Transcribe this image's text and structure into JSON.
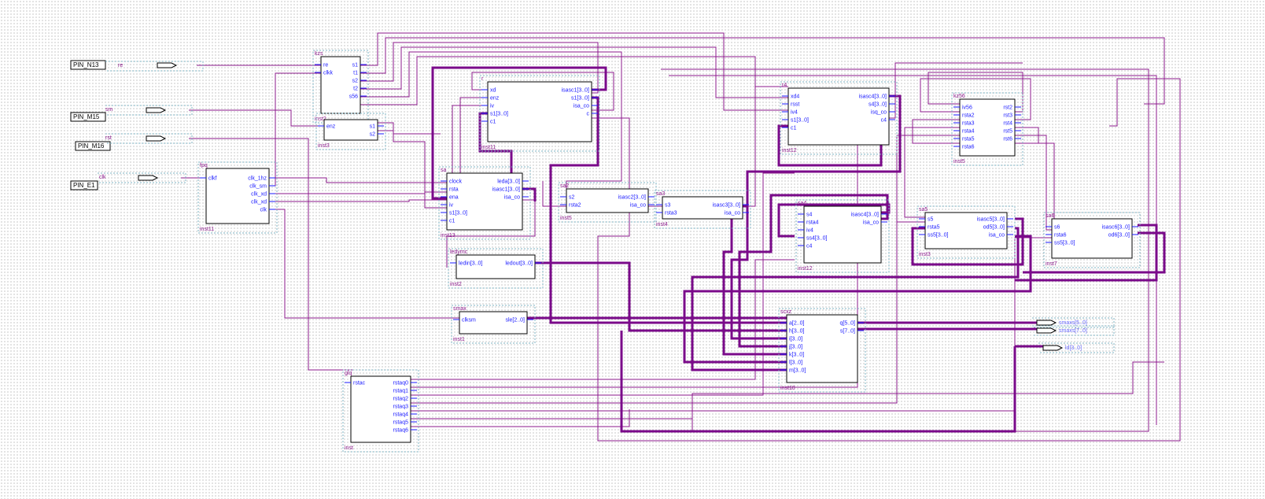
{
  "colors": {
    "wire": "#8b1a8b",
    "bus": "#7a0a8a",
    "port": "#1a1aff",
    "frame": "#7fb4c4"
  },
  "pins": [
    {
      "label": "PIN_N13",
      "net": "re"
    },
    {
      "label": "PIN_M15",
      "net": "sm"
    },
    {
      "label": "PIN_M16",
      "net": "rst"
    },
    {
      "label": "PIN_E1",
      "net": "clk"
    }
  ],
  "outputs": [
    {
      "net": "smaxs[5..0]"
    },
    {
      "net": "smaxs[7..0]"
    },
    {
      "net": "ld[3..0]"
    }
  ],
  "blocks": {
    "kzs": {
      "name": "kzs",
      "inst": "inst2",
      "left": [
        "re",
        "clkk"
      ],
      "right": [
        "s1",
        "t1",
        "s2",
        "t2",
        "s56"
      ]
    },
    "enz": {
      "inst": "inst3",
      "left": [
        "enz"
      ],
      "right": [
        "s1",
        "s2"
      ]
    },
    "fpq": {
      "name": "fpq",
      "inst": "inst11",
      "left": [
        "clkf"
      ],
      "right": [
        "clk_1hz",
        "clk_sm",
        "clk_xd",
        "clk_xd",
        "clk"
      ]
    },
    "r": {
      "name": "r",
      "inst": "inst11",
      "left": [
        "xd",
        "enz",
        "iv",
        "s1[3..0]",
        "c1"
      ],
      "right": [
        "isasc1[3..0]",
        "s1[3..0]",
        "isa_co",
        "c"
      ]
    },
    "sa": {
      "name": "sa",
      "inst": "inst13",
      "left": [
        "clock",
        "rsta",
        "ena",
        "iv",
        "s1[3..0]",
        "c1"
      ],
      "right": [
        "leda[3..0]",
        "isasc1[3..0]",
        "isa_co"
      ]
    },
    "sa2": {
      "name": "sa2",
      "inst": "inst5",
      "left": [
        "s2",
        "rsta2"
      ],
      "right": [
        "isasc2[3..0]",
        "isa_co"
      ]
    },
    "sa3": {
      "name": "sa3",
      "inst": "inst4",
      "left": [
        "s3",
        "rsta3"
      ],
      "right": [
        "isasc3[3..0]",
        "isa_co"
      ]
    },
    "ledymc": {
      "name": "ledymc",
      "inst": "inst2",
      "left": [
        "ledin[3..0]"
      ],
      "right": [
        "ledout[3..0]"
      ]
    },
    "smax": {
      "name": "smax",
      "inst": "inst1",
      "left": [
        "clksm"
      ],
      "right": [
        "sle[2..0]"
      ]
    },
    "glq": {
      "name": "glq",
      "inst": "inst",
      "left": [
        "rstac"
      ],
      "right": [
        "rstaq0",
        "rstaq1",
        "rstaq2",
        "rstaq3",
        "rstaq4",
        "rstaq5",
        "rstaq6"
      ]
    },
    "r4": {
      "name": "r4",
      "inst": "inst12",
      "left": [
        "xd4",
        "rsst",
        "iv4",
        "s1[3..0]",
        "c1"
      ],
      "right": [
        "isasc4[3..0]",
        "s4[3..0]",
        "isq_co",
        "c4"
      ]
    },
    "sa4": {
      "name": "sa4",
      "inst": "inst12",
      "left": [
        "s4",
        "rsta4",
        "iv4",
        "ss4[3..0]",
        "c4"
      ],
      "right": [
        "isasc4[3..0]",
        "isa_co"
      ]
    },
    "scxz": {
      "name": "scxz",
      "inst": "inst10",
      "left": [
        "a[2..0]",
        "h[3..0]",
        "i[3..0]",
        "j[3..0]",
        "k[3..0]",
        "l[3..0]",
        "m[3..0]"
      ],
      "right": [
        "q[5..0]",
        "s[7..0]"
      ]
    },
    "kz56": {
      "name": "kz56",
      "inst": "inst5",
      "left": [
        "iv56",
        "rsta2",
        "rsta3",
        "rsta4",
        "rsta5",
        "rsta6"
      ],
      "right": [
        "rst2",
        "rst3",
        "rst4",
        "rst5",
        "rst6"
      ]
    },
    "sa5": {
      "name": "sa5",
      "inst": "inst3",
      "left": [
        "s5",
        "rsta5",
        "ss5[3..0]"
      ],
      "right": [
        "isasc5[3..0]",
        "od5[3..0]",
        "isa_co"
      ]
    },
    "sa6": {
      "name": "sa6",
      "inst": "inst7",
      "left": [
        "s6",
        "rsta6",
        "ss5[3..0]"
      ],
      "right": [
        "isasc6[3..0]",
        "od6[3..0]"
      ]
    }
  }
}
